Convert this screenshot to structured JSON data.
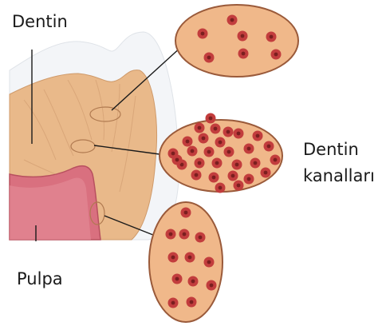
{
  "labels": {
    "dentin": "Dentin",
    "tubules_line1": "Dentin",
    "tubules_line2": "kanalları",
    "pulp": "Pulpa"
  },
  "colors": {
    "enamel": "#f3f5f8",
    "dentin": "#e9b98a",
    "pulp": "#d9707f",
    "oval_fill": "#f0b88a",
    "oval_stroke": "#9a5a3a",
    "tubule_ring": "#c23d3d",
    "tubule_core": "#7a1f1f",
    "leader": "#1a1a1a"
  },
  "callouts": [
    {
      "name": "upper-section",
      "tubule_count": 7
    },
    {
      "name": "middle-section",
      "tubule_count": 29
    },
    {
      "name": "lower-section",
      "tubule_count": 12
    }
  ]
}
